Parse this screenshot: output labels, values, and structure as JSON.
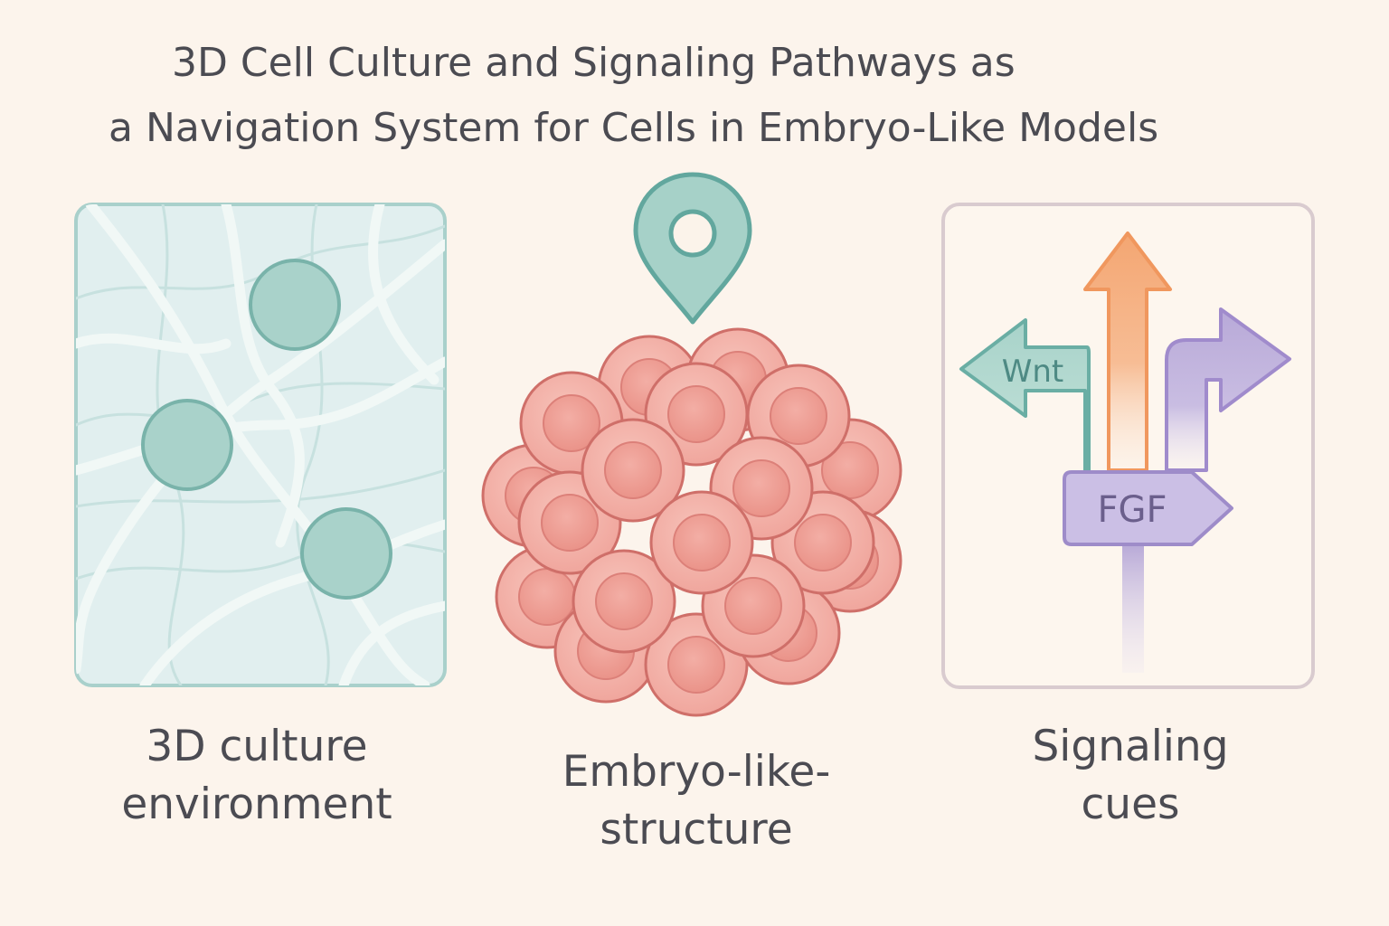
{
  "title": {
    "line1": "3D Cell Culture and Signaling Pathways as",
    "line2": "a Navigation System for Cells in Embryo-Like Models"
  },
  "panels": {
    "culture": {
      "caption_line1": "3D culture",
      "caption_line2": "environment",
      "icon": "hydrogel-network-with-cells"
    },
    "embryo": {
      "caption_line1": "Embryo-like-",
      "caption_line2": "structure",
      "icon": "cell-cluster-with-location-pin"
    },
    "signaling": {
      "caption_line1": "Signaling",
      "caption_line2": "cues",
      "icon": "signpost-arrows",
      "signs": {
        "wnt": "Wnt",
        "fgf": "FGF"
      }
    }
  },
  "colors": {
    "background": "#fcf4ec",
    "teal": "#8fc1b8",
    "teal_dark": "#5fa29a",
    "cell_fill": "#f0a9a0",
    "cell_outline": "#cf6f69",
    "orange": "#f4a672",
    "purple": "#a99acc",
    "text": "#4b4b52"
  }
}
